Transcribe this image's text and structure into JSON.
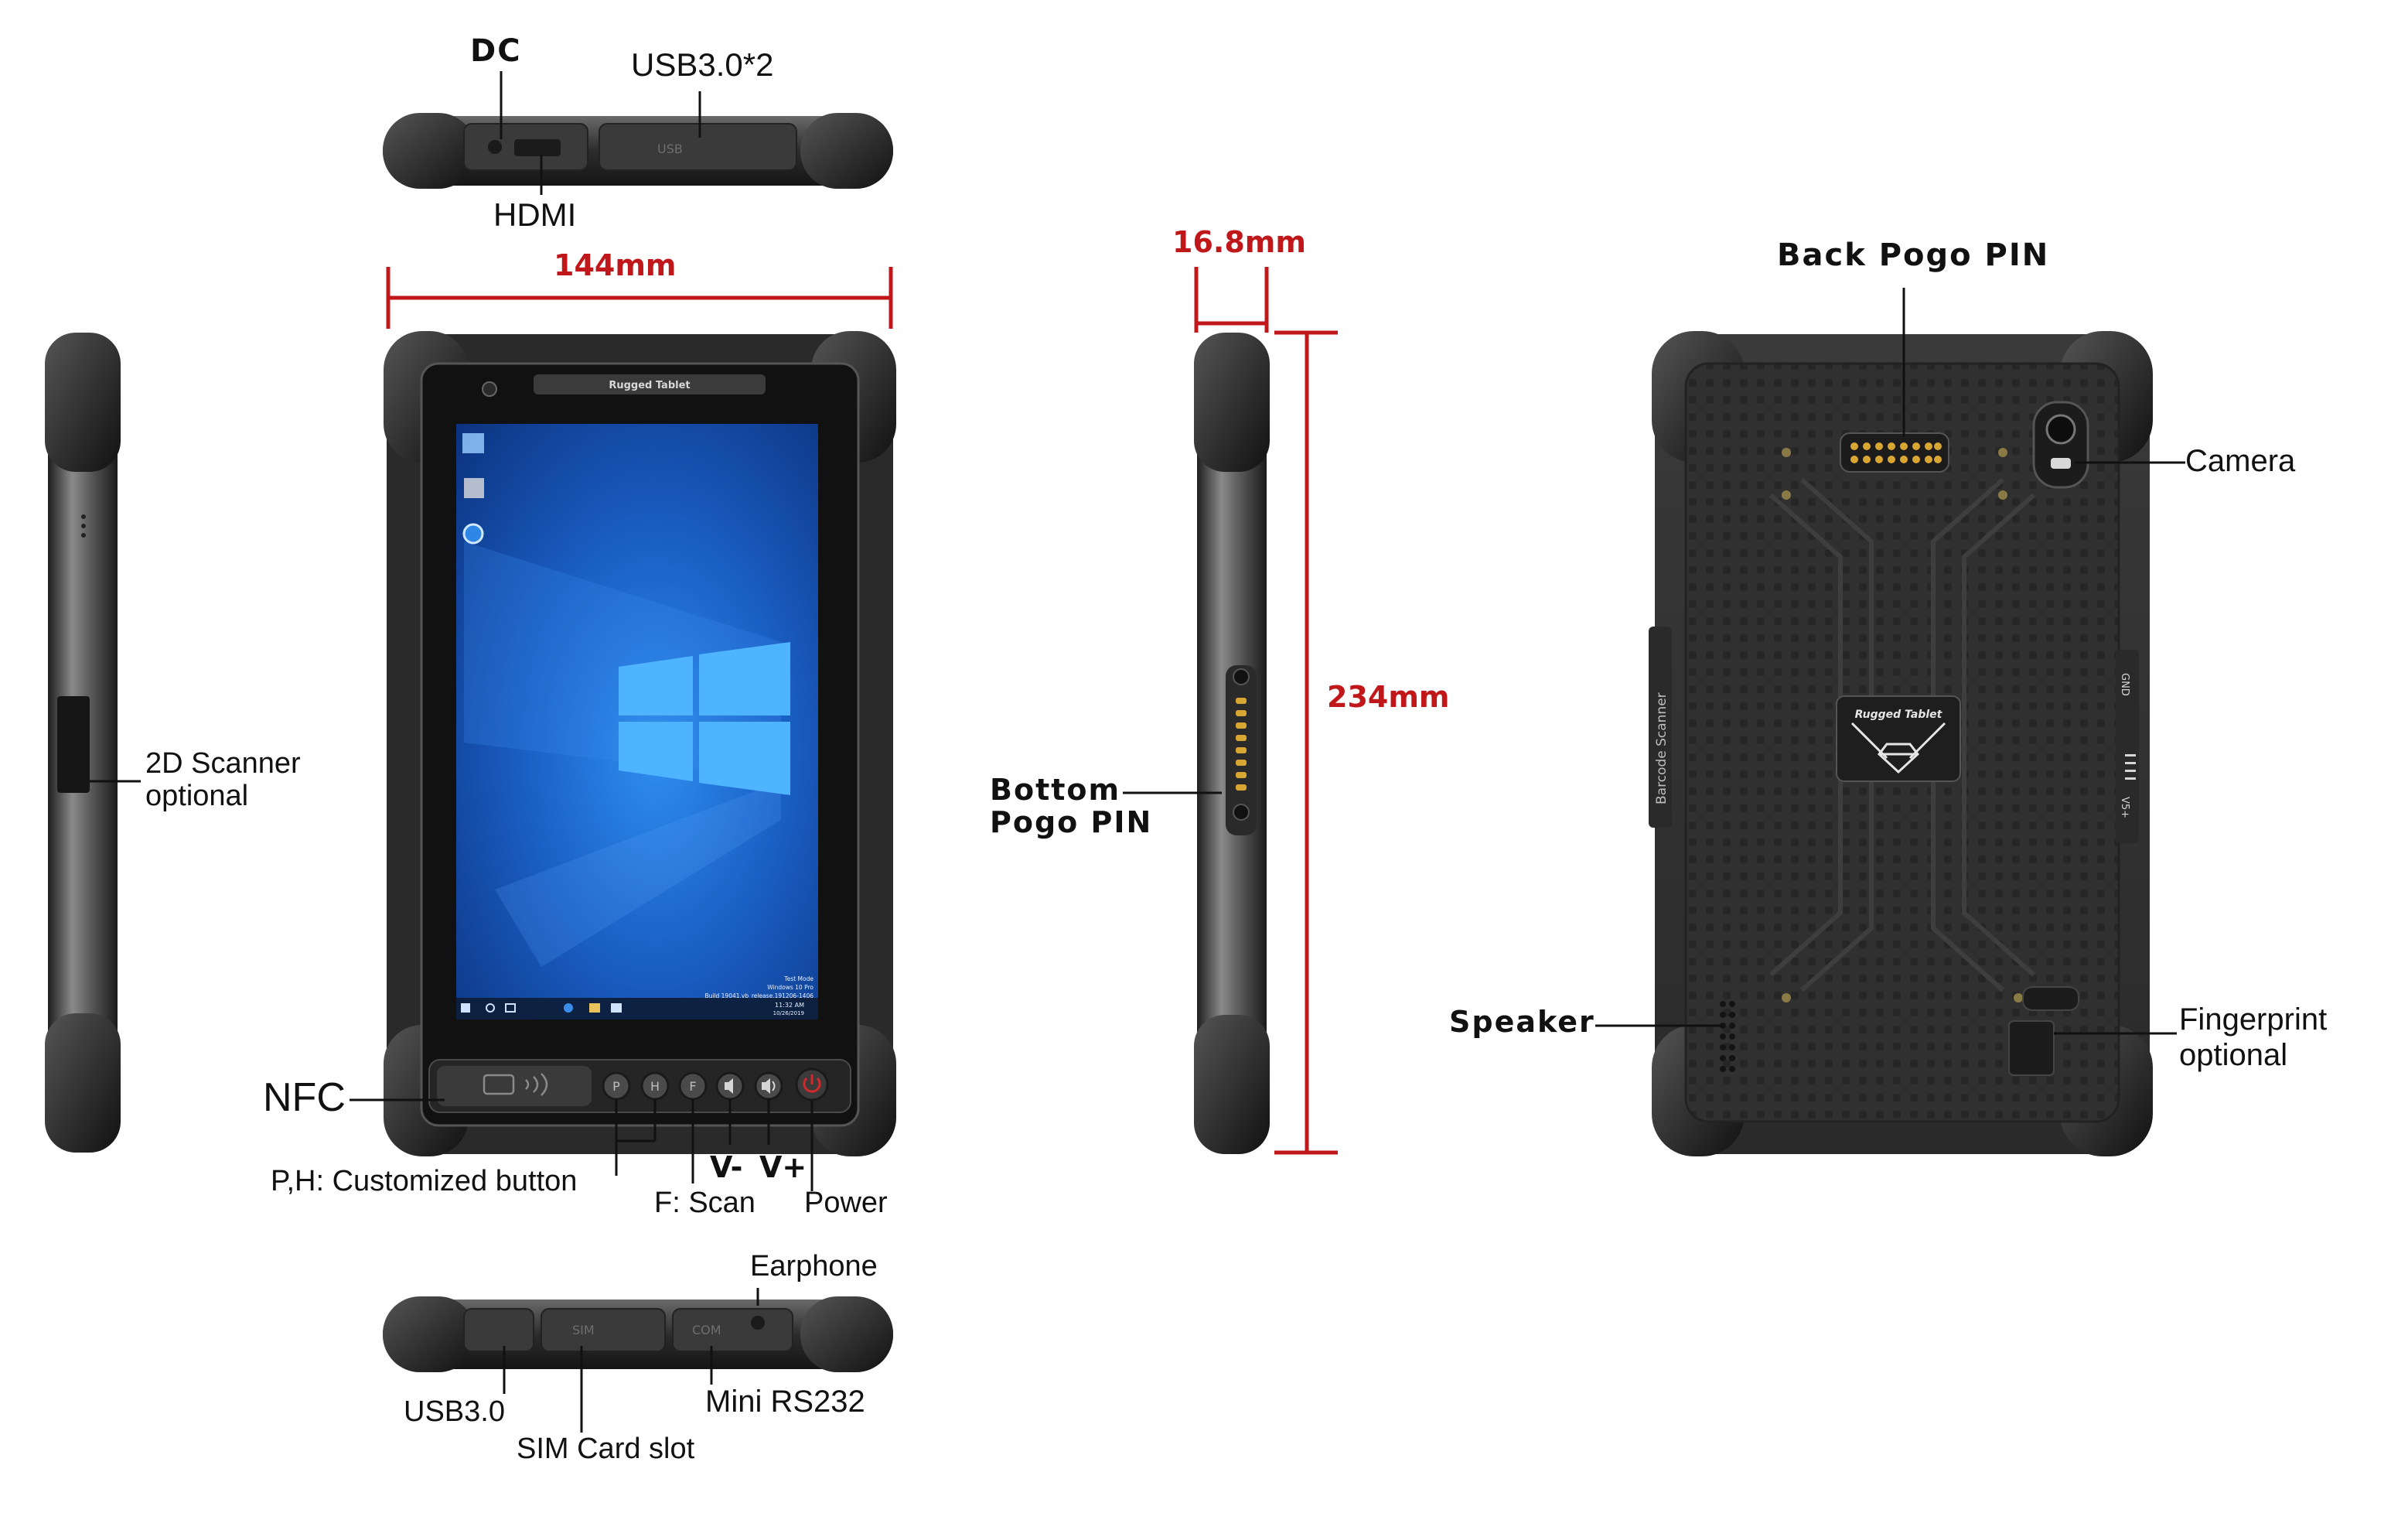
{
  "top_edge": {
    "labels": {
      "dc": "DC",
      "usb": "USB3.0*2",
      "hdmi": "HDMI"
    },
    "engravings": {
      "usb_port": "USB"
    }
  },
  "front": {
    "width_dim": "144mm",
    "bezel_text": "Rugged Tablet",
    "screen_watermark": [
      "Test Mode",
      "Windows 10 Pro",
      "Build 19041.vb_release.191206-1406",
      "11:32 AM",
      "10/26/2019"
    ],
    "key_letters": [
      "P",
      "H",
      "F"
    ],
    "labels": {
      "nfc": "NFC",
      "custom": "P,H: Customized button",
      "scan": "F: Scan",
      "vminus": "V-",
      "vplus": "V+",
      "power": "Power"
    }
  },
  "left_side": {
    "labels": {
      "scanner_line1": "2D Scanner",
      "scanner_line2": "optional"
    }
  },
  "right_side": {
    "thickness_dim": "16.8mm",
    "height_dim": "234mm",
    "labels": {
      "pogo_line1": "Bottom",
      "pogo_line2": "Pogo PIN"
    }
  },
  "back": {
    "brand_badge": "Rugged Tablet",
    "side_text_left": "Barcode Scanner",
    "side_text_right": [
      "GND",
      "V5+"
    ],
    "labels": {
      "back_pogo": "Back Pogo PIN",
      "camera": "Camera",
      "speaker": "Speaker",
      "fp_line1": "Fingerprint",
      "fp_line2": "optional"
    }
  },
  "bottom_edge": {
    "engravings": {
      "sim": "SIM",
      "com": "COM"
    },
    "labels": {
      "earphone": "Earphone",
      "usb30": "USB3.0",
      "sim_slot": "SIM Card slot",
      "rs232": "Mini RS232"
    }
  },
  "colors": {
    "dimension_red": "#c0171b",
    "body_dark": "#2b2b2b",
    "bumper": "#3a3a3a",
    "screen_blue": "#1a6fd6"
  }
}
